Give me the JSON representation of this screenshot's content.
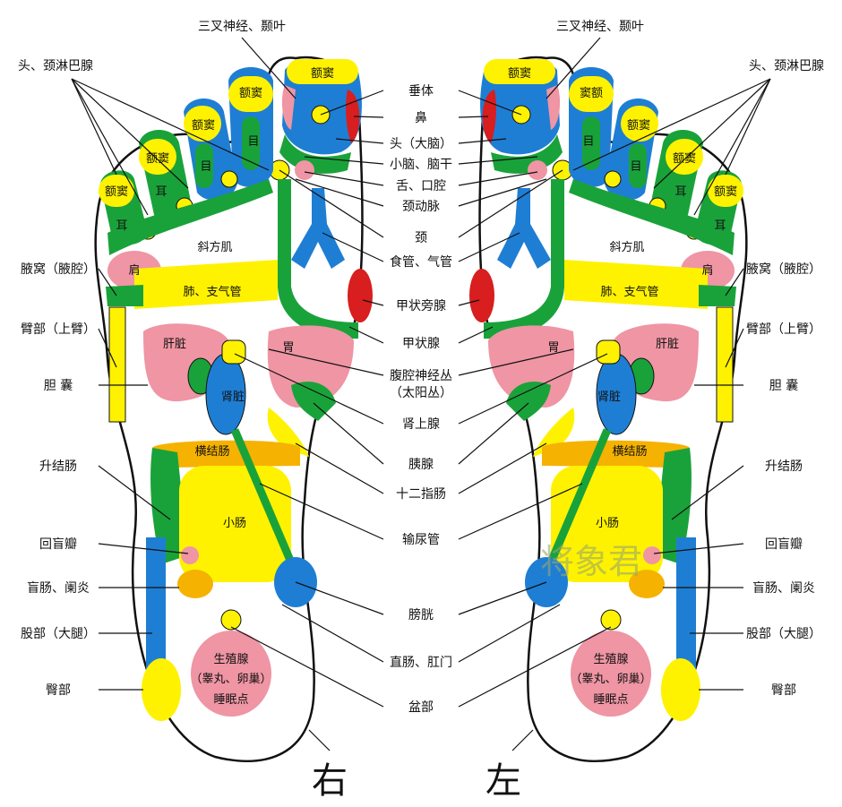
{
  "center_labels": [
    "垂体",
    "鼻",
    "头（大脑）",
    "小脑、脑干",
    "舌、口腔",
    "颈动脉",
    "颈",
    "食管、气管",
    "甲状旁腺",
    "甲状腺",
    "腹腔神经丛",
    "（太阳丛）",
    "肾上腺",
    "胰腺",
    "十二指肠",
    "输尿管",
    "膀胱",
    "直肠、肛门",
    "盆部"
  ],
  "side_labels": {
    "trigeminal": "三叉神经、颞叶",
    "lymph": "头、颈淋巴腺",
    "armpit": "腋窝（腋腔）",
    "upper_arm": "臂部（上臂）",
    "gallbladder": "胆 囊",
    "ascending_colon": "升结肠",
    "ileocecal_valve": "回盲瓣",
    "cecum": "盲肠、阑炎",
    "thigh": "股部（大腿）",
    "buttock": "臀部"
  },
  "region_labels": {
    "sinus": "额窦",
    "sinus_alt": "窦额",
    "eye": "目",
    "ear": "耳",
    "trapezius": "斜方肌",
    "shoulder": "肩",
    "lung": "肺、支气管",
    "liver": "肝脏",
    "stomach": "胃",
    "kidney": "肾脏",
    "transverse_colon": "横结肠",
    "small_intestine": "小肠",
    "gonad": "生殖腺",
    "gonad_sub": "（睾丸、卵巢）",
    "sleep_point": "睡眠点"
  },
  "foot_labels": {
    "right": "右",
    "left": "左"
  },
  "watermark": "将象君",
  "colors": {
    "blue": "#1e7ed4",
    "yellow": "#fef200",
    "green": "#1aa23a",
    "pink": "#ef95a4",
    "red": "#d81e1e",
    "orange": "#f6b200",
    "outline": "#111111"
  }
}
